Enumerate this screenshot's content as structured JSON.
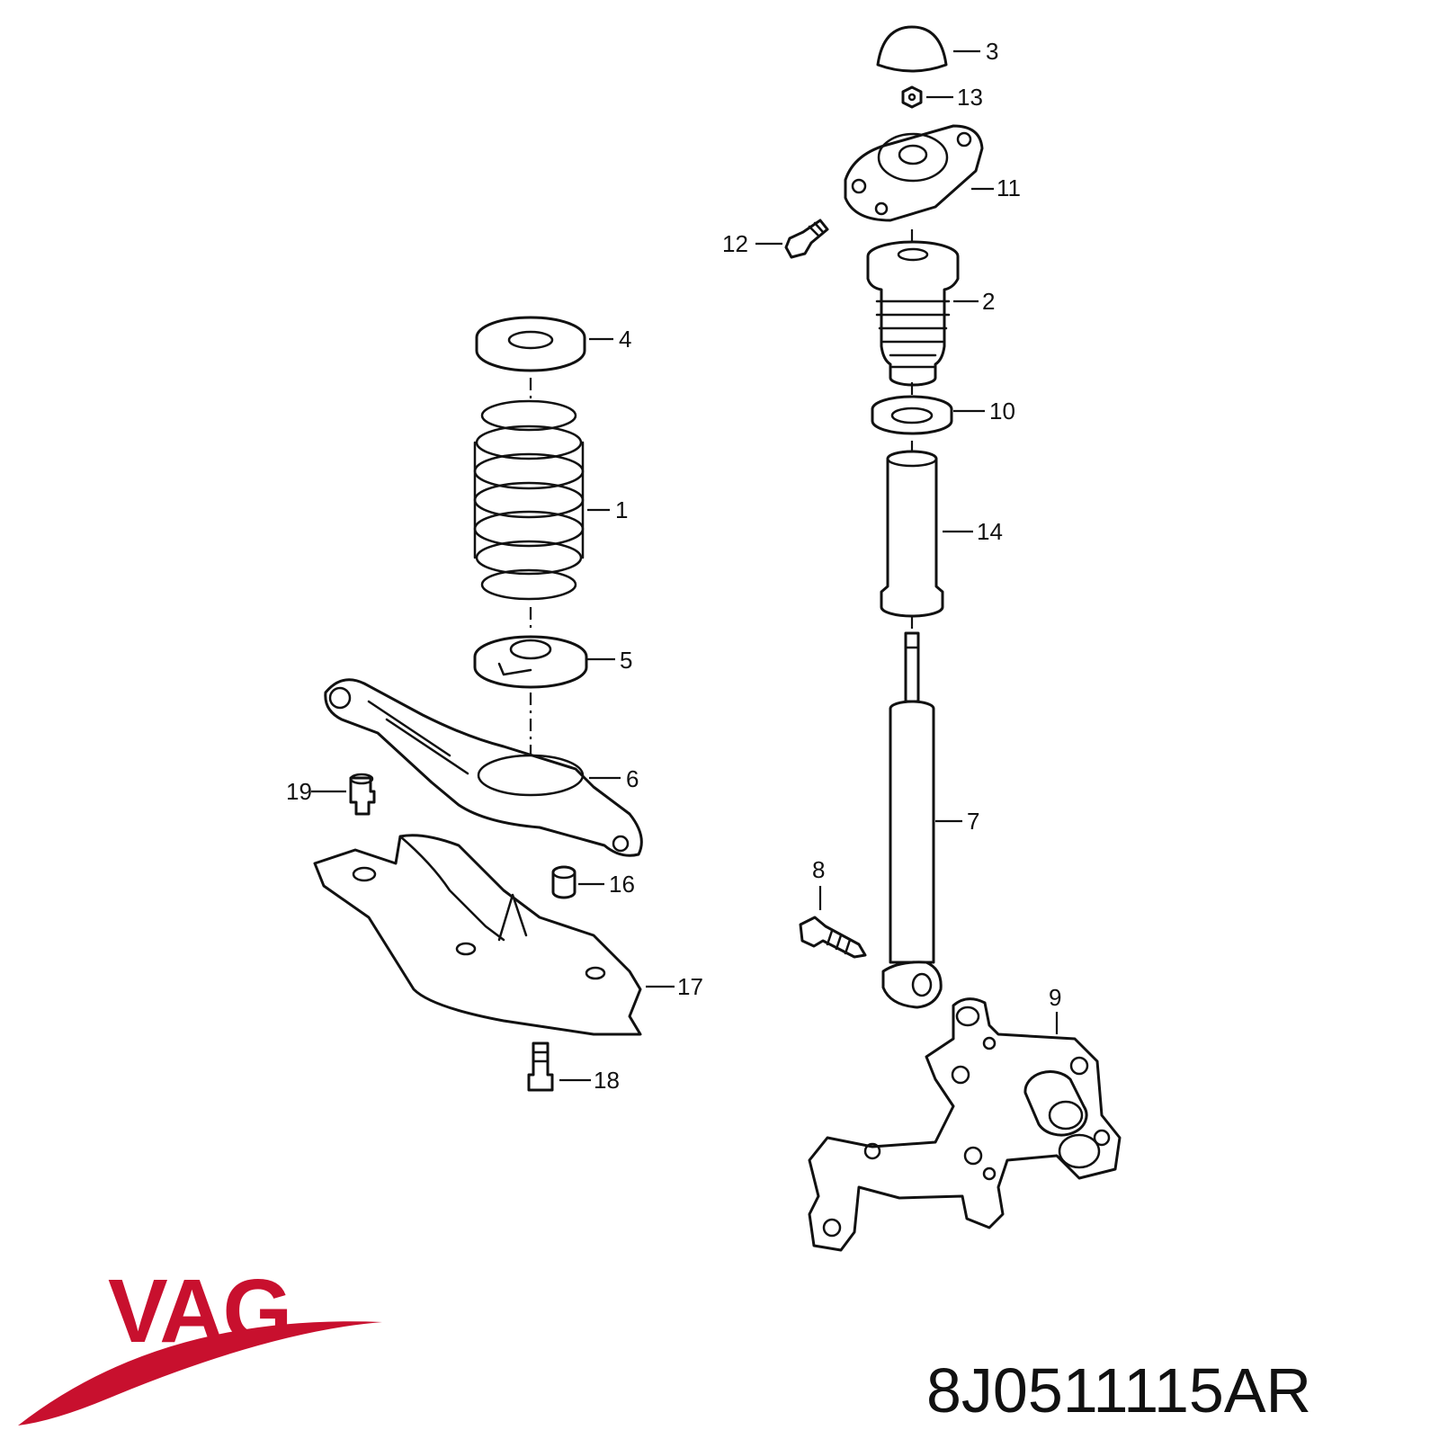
{
  "callouts": {
    "c1": "1",
    "c2": "2",
    "c3": "3",
    "c4": "4",
    "c5": "5",
    "c6": "6",
    "c7": "7",
    "c8": "8",
    "c9": "9",
    "c10": "10",
    "c11": "11",
    "c12": "12",
    "c13": "13",
    "c14": "14",
    "c16": "16",
    "c17": "17",
    "c18": "18",
    "c19": "19"
  },
  "brand": {
    "logo_text": "VAG",
    "color": "#c8102e"
  },
  "part_number": "8J0511115AR"
}
